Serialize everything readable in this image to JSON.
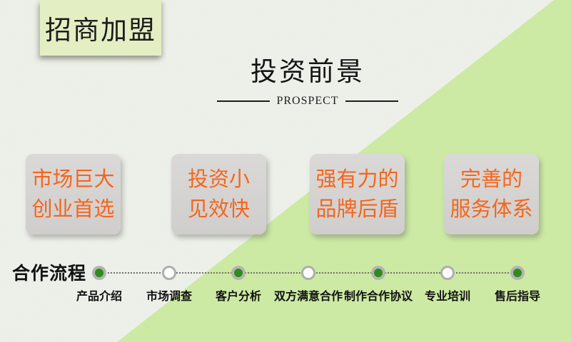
{
  "badge": {
    "label": "招商加盟"
  },
  "section_header": {
    "title": "投资前景",
    "subtitle": "PROSPECT"
  },
  "feature_cards": [
    {
      "line1": "市场巨大",
      "line2": "创业首选"
    },
    {
      "line1": "投资小",
      "line2": "见效快"
    },
    {
      "line1": "强有力的",
      "line2": "品牌后盾"
    },
    {
      "line1": "完善的",
      "line2": "服务体系"
    }
  ],
  "process": {
    "title": "合作流程",
    "steps": [
      {
        "label": "产品介绍",
        "dot": "green"
      },
      {
        "label": "市场调查",
        "dot": "white"
      },
      {
        "label": "客户分析",
        "dot": "green"
      },
      {
        "label": "双方满意合作",
        "dot": "white"
      },
      {
        "label": "制作合作协议",
        "dot": "green"
      },
      {
        "label": "专业培训",
        "dot": "white"
      },
      {
        "label": "售后指导",
        "dot": "green"
      }
    ]
  },
  "colors": {
    "background_light": "#eef1ea",
    "background_green": "#cdeba3",
    "badge_background": "#e3efc3",
    "card_background": "#d5d3d1",
    "card_text_orange": "#f4661d",
    "dot_green": "#2f8c1a",
    "dot_ring_gray": "#b0b0ae",
    "text_black": "#1c1c1c"
  }
}
